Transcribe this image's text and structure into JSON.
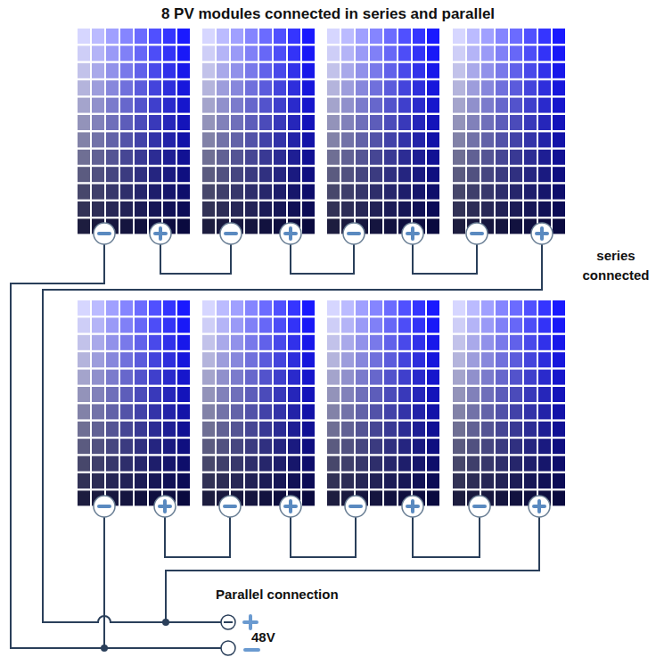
{
  "diagram": {
    "title": "8 PV modules connected in series and parallel",
    "labels": [
      "series connected",
      "Parallel connection",
      "48V"
    ]
  }
}
